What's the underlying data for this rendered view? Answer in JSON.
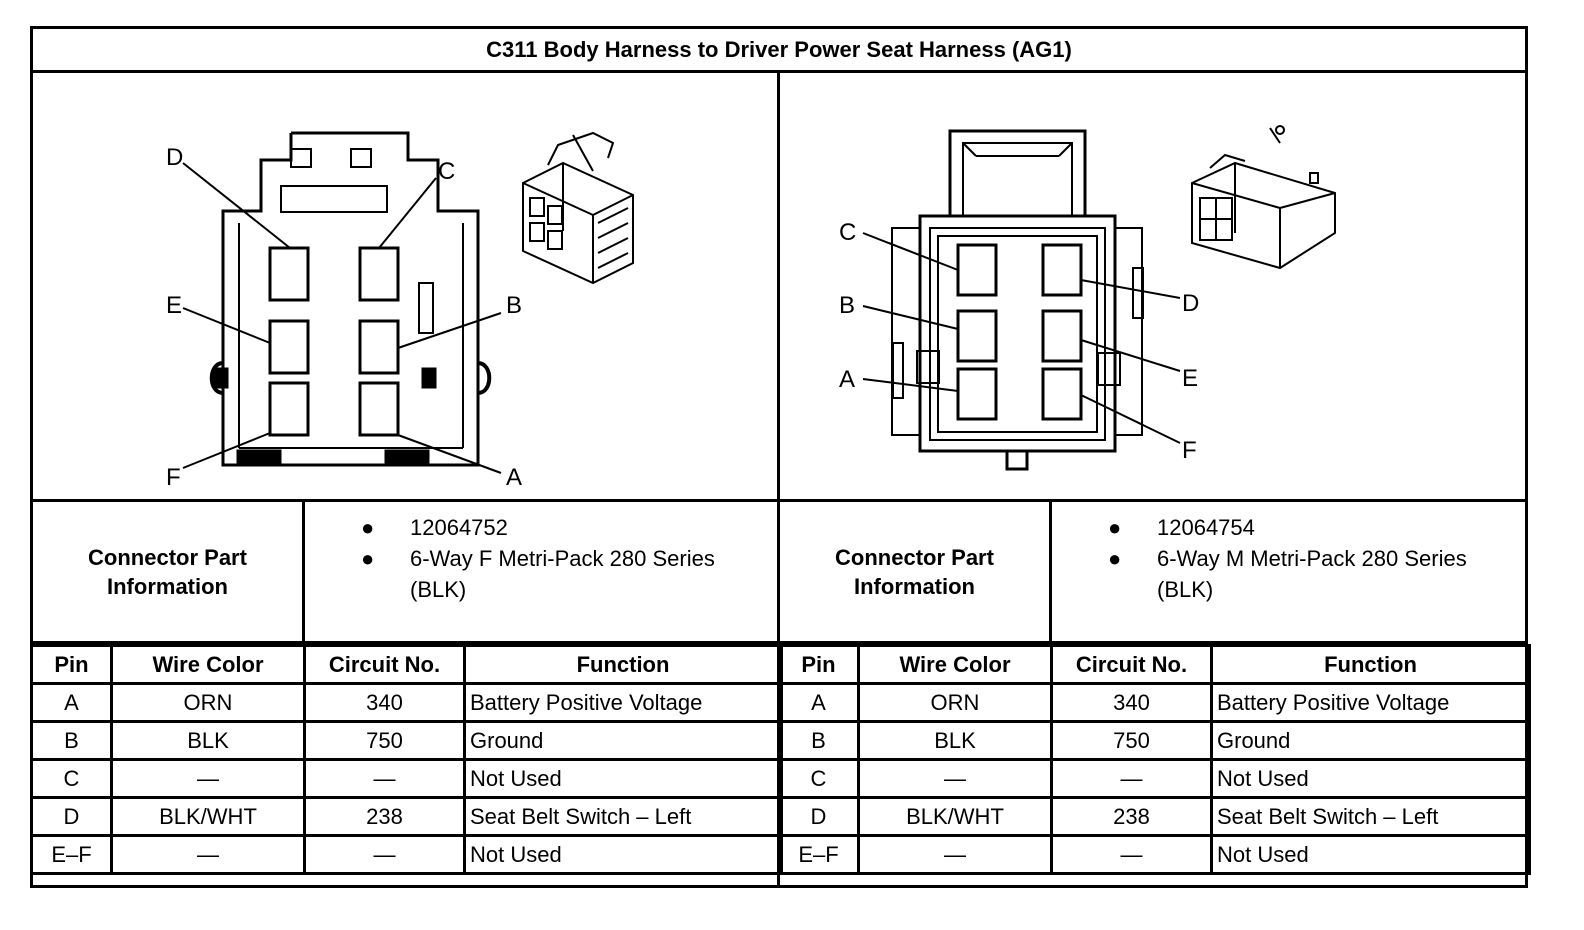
{
  "title": "C311 Body Harness to Driver Power Seat Harness (AG1)",
  "left": {
    "pin_labels": [
      "D",
      "C",
      "E",
      "B",
      "F",
      "A"
    ],
    "info_label": "Connector Part Information",
    "info_items": [
      "12064752",
      "6-Way F Metri-Pack 280 Series (BLK)"
    ],
    "headers": {
      "pin": "Pin",
      "color": "Wire Color",
      "circuit": "Circuit No.",
      "function": "Function"
    },
    "rows": [
      {
        "pin": "A",
        "color": "ORN",
        "circuit": "340",
        "function": "Battery Positive Voltage"
      },
      {
        "pin": "B",
        "color": "BLK",
        "circuit": "750",
        "function": "Ground"
      },
      {
        "pin": "C",
        "color": "—",
        "circuit": "—",
        "function": "Not Used"
      },
      {
        "pin": "D",
        "color": "BLK/WHT",
        "circuit": "238",
        "function": "Seat Belt Switch – Left"
      },
      {
        "pin": "E–F",
        "color": "—",
        "circuit": "—",
        "function": "Not Used"
      }
    ]
  },
  "right": {
    "pin_labels": [
      "C",
      "B",
      "A",
      "D",
      "E",
      "F"
    ],
    "info_label": "Connector Part Information",
    "info_items": [
      "12064754",
      "6-Way M Metri-Pack 280 Series (BLK)"
    ],
    "headers": {
      "pin": "Pin",
      "color": "Wire Color",
      "circuit": "Circuit No.",
      "function": "Function"
    },
    "rows": [
      {
        "pin": "A",
        "color": "ORN",
        "circuit": "340",
        "function": "Battery Positive Voltage"
      },
      {
        "pin": "B",
        "color": "BLK",
        "circuit": "750",
        "function": "Ground"
      },
      {
        "pin": "C",
        "color": "—",
        "circuit": "—",
        "function": "Not Used"
      },
      {
        "pin": "D",
        "color": "BLK/WHT",
        "circuit": "238",
        "function": "Seat Belt Switch – Left"
      },
      {
        "pin": "E–F",
        "color": "—",
        "circuit": "—",
        "function": "Not Used"
      }
    ]
  }
}
